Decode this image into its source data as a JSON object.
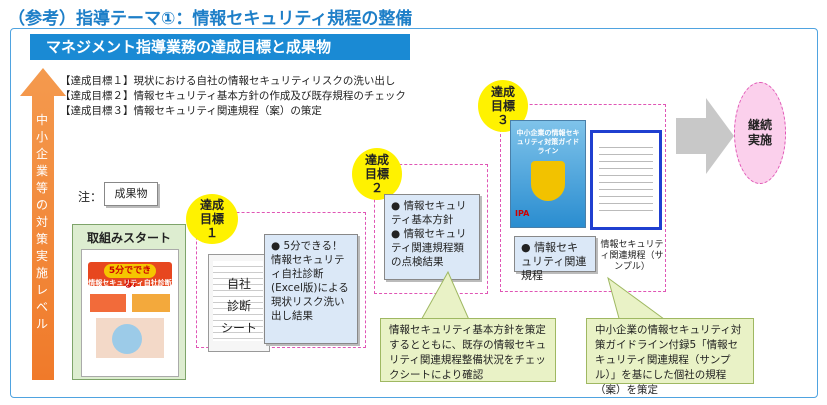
{
  "title": "（参考）指導テーマ①：情報セキュリティ規程の整備",
  "banner": "マネジメント指導業務の達成目標と成果物",
  "goals": [
    "【達成目標１】現状における自社の情報セキュリティリスクの洗い出し",
    "【達成目標２】情報セキュリティ基本方針の作成及び既存規程のチェック",
    "【達成目標３】情報セキュリティ関連規程（案）の策定"
  ],
  "side_arrow_text": "中小企業等の対策実施レベル",
  "legend": {
    "label": "注：",
    "box": "成果物"
  },
  "start": {
    "label": "取組みスタート",
    "cover_badge": "5分でできる!",
    "cover_title": "情報セキュリティ自社診断"
  },
  "goal1": {
    "oval": [
      "達成",
      "目標",
      "１"
    ],
    "sheet": [
      "自社",
      "診断",
      "シート"
    ],
    "note": "● 5分できる！情報セキュリティ自社診断(Excel版)による現状リスク洗い出し結果"
  },
  "goal2": {
    "oval": [
      "達成",
      "目標",
      "２"
    ],
    "note_items": [
      "● 情報セキュリティ基本方針",
      "● 情報セキュリティ関連規程類の点検結果"
    ]
  },
  "goal3": {
    "oval": [
      "達成",
      "目標",
      "３"
    ],
    "book_title": "中小企業の情報セキュリティ対策ガイドライン",
    "book_logo": "IPA",
    "note": "● 情報セキュリティ関連規程",
    "sample_caption": "情報セキュリティ関連規程（サンプル）"
  },
  "continue": "継続実施",
  "callout_left": "情報セキュリティ基本方針を策定するとともに、既存の情報セキュリティ関連規程整備状況をチェックシートにより確認",
  "callout_right": "中小企業の情報セキュリティ対策ガイドライン付録5「情報セキュリティ関連規程（サンプル）」を基にした個社の規程（案）を策定"
}
